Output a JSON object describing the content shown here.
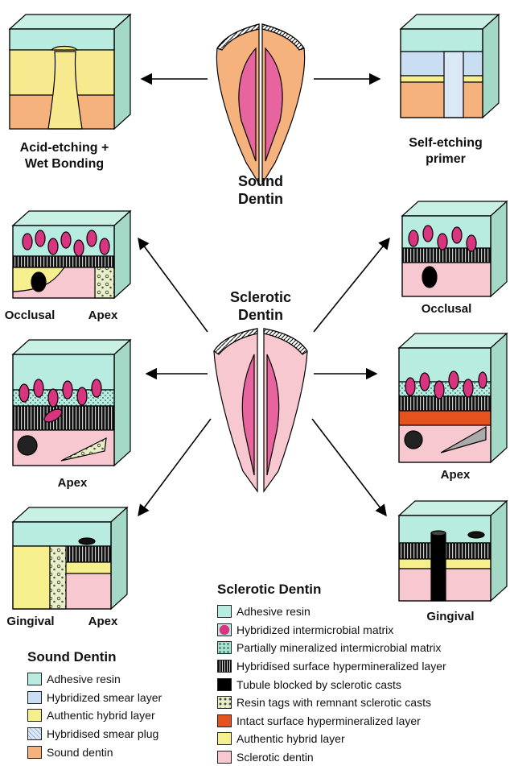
{
  "panels": {
    "top_left_caption": [
      "Acid-etching +",
      "Wet Bonding"
    ],
    "top_right_caption": [
      "Self-etching",
      "primer"
    ],
    "center_top_title": [
      "Sound",
      "Dentin"
    ],
    "center_mid_title": [
      "Sclerotic",
      "Dentin"
    ],
    "left_row2_labels": [
      "Occlusal",
      "Apex"
    ],
    "left_row3_label": "Apex",
    "left_row4_labels": [
      "Gingival",
      "Apex"
    ],
    "right_row2_label": "Occlusal",
    "right_row3_label": "Apex",
    "right_row4_label": "Gingival"
  },
  "legend_sound": {
    "title": "Sound Dentin",
    "items": [
      {
        "label": "Adhesive resin",
        "color": "#b9ece0"
      },
      {
        "label": "Hybridized smear layer",
        "color": "#c9ddf3"
      },
      {
        "label": "Authentic hybrid layer",
        "color": "#f5ef8e"
      },
      {
        "label": "Hybridised smear plug",
        "color": "#dbe8f5"
      },
      {
        "label": "Sound dentin",
        "color": "#f5b27d"
      }
    ]
  },
  "legend_sclerotic": {
    "title": "Sclerotic Dentin",
    "items": [
      {
        "label": "Adhesive resin",
        "color": "#b9ece0"
      },
      {
        "label": "Hybridized intermicrobial matrix",
        "color": "#d9347f"
      },
      {
        "label": "Partially mineralized intermicrobial matrix",
        "color": "#a9e4d2"
      },
      {
        "label": "Hybridised surface hypermineralized layer",
        "color": "#111111"
      },
      {
        "label": "Tubule blocked by sclerotic casts",
        "color": "#000000"
      },
      {
        "label": "Resin tags with remnant sclerotic casts",
        "color": "#d9e6b5"
      },
      {
        "label": "Intact surface hypermineralized layer",
        "color": "#e5521c"
      },
      {
        "label": "Authentic hybrid layer",
        "color": "#f5ef8e"
      },
      {
        "label": "Sclerotic dentin",
        "color": "#f7c8cf"
      }
    ]
  }
}
